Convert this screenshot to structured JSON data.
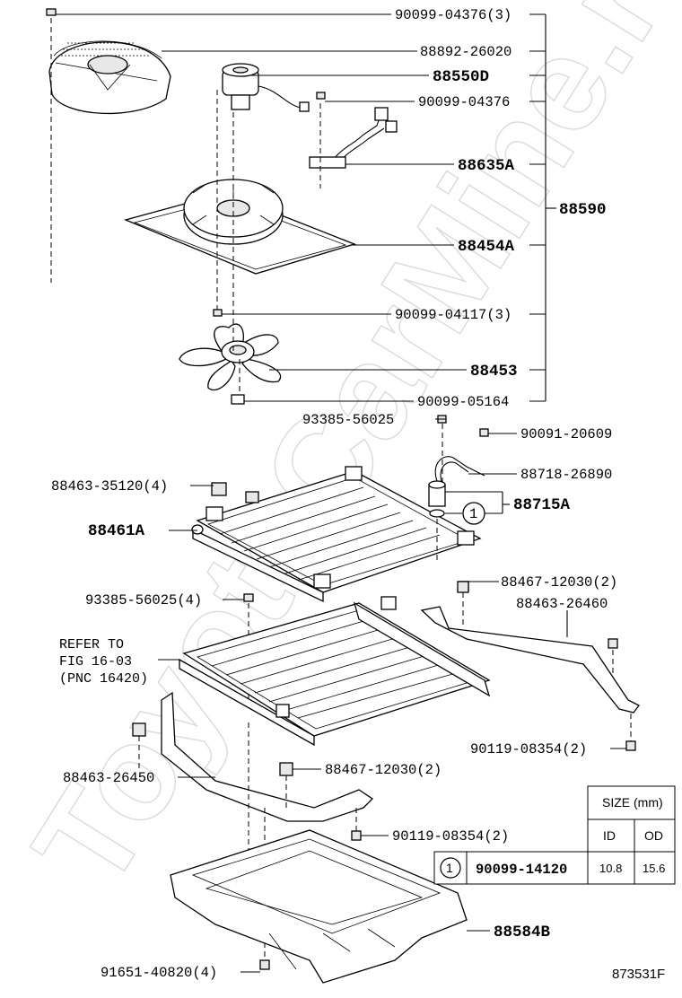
{
  "watermark": "ToyotaCarMine.ru",
  "diagram_id": "873531F",
  "callouts": {
    "p1": "90099-04376(3)",
    "p2": "88892-26020",
    "p3": "88550D",
    "p4": "90099-04376",
    "p5": "88635A",
    "p6": "88590",
    "p7": "88454A",
    "p8": "90099-04117(3)",
    "p9": "88453",
    "p10": "90099-05164",
    "p11": "93385-56025",
    "p12": "90091-20609",
    "p13": "88718-26890",
    "p14": "88463-35120(4)",
    "p15": "88715A",
    "p16": "88461A",
    "p17": "88467-12030(2)",
    "p18": "88463-26460",
    "p19": "93385-56025(4)",
    "p20": "90119-08354(2)",
    "p21": "88463-26450",
    "p22": "88467-12030(2)",
    "p23": "90119-08354(2)",
    "p24": "88584B",
    "p25": "91651-40820(4)"
  },
  "refer_note": {
    "line1": "REFER TO",
    "line2": "FIG 16-03",
    "line3": "(PNC 16420)"
  },
  "circle_ref": "1",
  "size_table": {
    "header": "SIZE (mm)",
    "col_id": "ID",
    "col_od": "OD",
    "row": {
      "ref": "1",
      "part": "90099-14120",
      "id": "10.8",
      "od": "15.6"
    }
  }
}
